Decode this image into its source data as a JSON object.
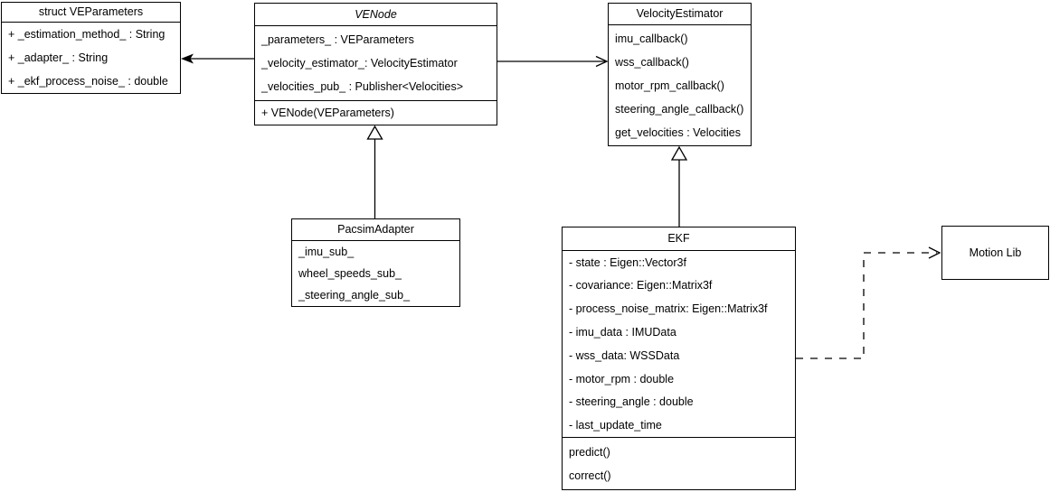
{
  "diagram": {
    "colors": {
      "line": "#000000",
      "text": "#000000",
      "box_fill": "#ffffff",
      "background": "#ffffff"
    },
    "classes": {
      "ve_parameters": {
        "title": "struct VEParameters",
        "attributes": [
          "+ _estimation_method_ : String",
          "+ _adapter_ : String",
          "+ _ekf_process_noise_ : double"
        ]
      },
      "ve_node": {
        "title": "VENode",
        "title_style": "italic (abstract)",
        "attributes": [
          "_parameters_ : VEParameters",
          "_velocity_estimator_: VelocityEstimator",
          "_velocities_pub_ : Publisher<Velocities>"
        ],
        "methods": [
          "+ VENode(VEParameters)"
        ]
      },
      "velocity_estimator": {
        "title": "VelocityEstimator",
        "attributes": [
          "imu_callback()",
          "wss_callback()",
          "motor_rpm_callback()",
          "steering_angle_callback()",
          "get_velocities : Velocities"
        ]
      },
      "pacsim_adapter": {
        "title": "PacsimAdapter",
        "attributes": [
          "_imu_sub_",
          "wheel_speeds_sub_",
          "_steering_angle_sub_"
        ]
      },
      "ekf": {
        "title": "EKF",
        "attributes": [
          "- state : Eigen::Vector3f",
          "- covariance: Eigen::Matrix3f",
          "- process_noise_matrix: Eigen::Matrix3f",
          "- imu_data : IMUData",
          "- wss_data: WSSData",
          "- motor_rpm : double",
          "- steering_angle : double",
          "- last_update_time"
        ],
        "methods": [
          "predict()",
          "correct()"
        ]
      },
      "motion_lib": {
        "title": "Motion Lib"
      }
    },
    "relationships": [
      {
        "type": "association",
        "from": "VENode",
        "to": "struct VEParameters",
        "arrowhead": "filled"
      },
      {
        "type": "association",
        "from": "VENode",
        "to": "VelocityEstimator",
        "arrowhead": "open"
      },
      {
        "type": "inheritance",
        "from": "PacsimAdapter",
        "to": "VENode",
        "arrowhead": "hollow-triangle"
      },
      {
        "type": "inheritance",
        "from": "EKF",
        "to": "VelocityEstimator",
        "arrowhead": "hollow-triangle"
      },
      {
        "type": "dependency",
        "from": "EKF",
        "to": "Motion Lib",
        "line": "dashed",
        "arrowhead": "open"
      }
    ]
  }
}
